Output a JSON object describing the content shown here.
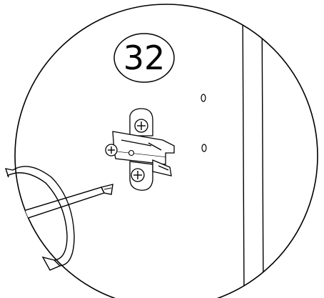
{
  "step": {
    "number": "32"
  },
  "icons": {
    "screwdriver": "screwdriver-icon",
    "rotation": "clockwise-rotation-icon",
    "hinge_plate": "hinge-mounting-plate",
    "screw": "screw-icon",
    "pilot_hole": "pilot-hole"
  },
  "colors": {
    "line": "#000000",
    "background": "#ffffff"
  }
}
